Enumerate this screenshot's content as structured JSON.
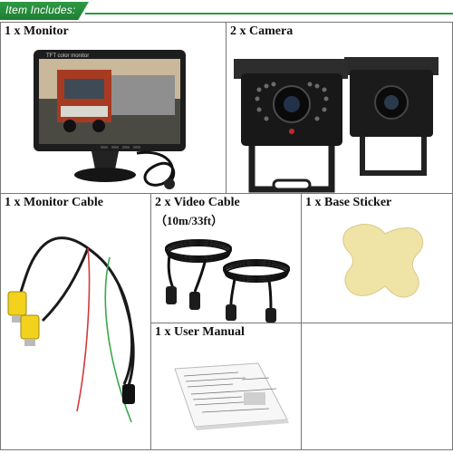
{
  "banner": {
    "title": "Item Includes:"
  },
  "items": {
    "monitor": {
      "label": "1 x Monitor",
      "screen_caption": "TFT color monitor"
    },
    "camera": {
      "label": "2 x Camera"
    },
    "monitor_cable": {
      "label": "1 x Monitor Cable"
    },
    "video_cable": {
      "label": "2 x Video Cable",
      "length": "（10m/33ft）"
    },
    "base_sticker": {
      "label": "1 x Base Sticker"
    },
    "user_manual": {
      "label": "1 x User Manual"
    }
  },
  "colors": {
    "banner_green": "#2f9a44",
    "border": "#777777",
    "cable_red": "#d03a3a",
    "cable_green": "#3aa84a",
    "connector_yellow": "#f2d21c",
    "sticker": "#efe3a6"
  }
}
